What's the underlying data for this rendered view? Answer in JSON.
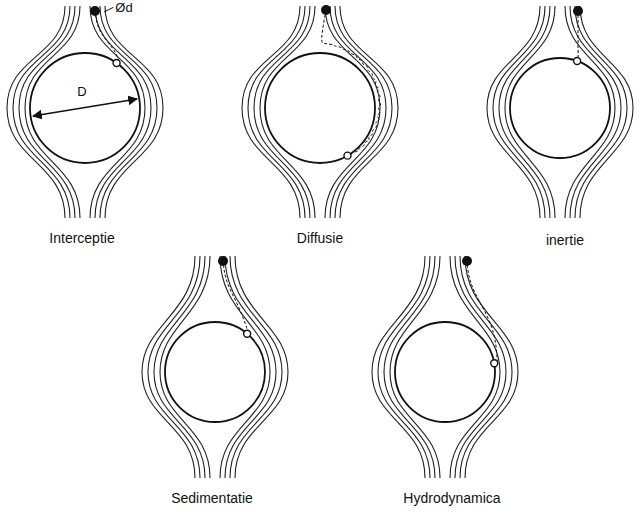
{
  "diagram": {
    "labels": [
      "Ød",
      "D",
      "Interceptie",
      "Diffusie",
      "inertie",
      "Sedimentatie",
      "Hydrodynamica"
    ]
  }
}
